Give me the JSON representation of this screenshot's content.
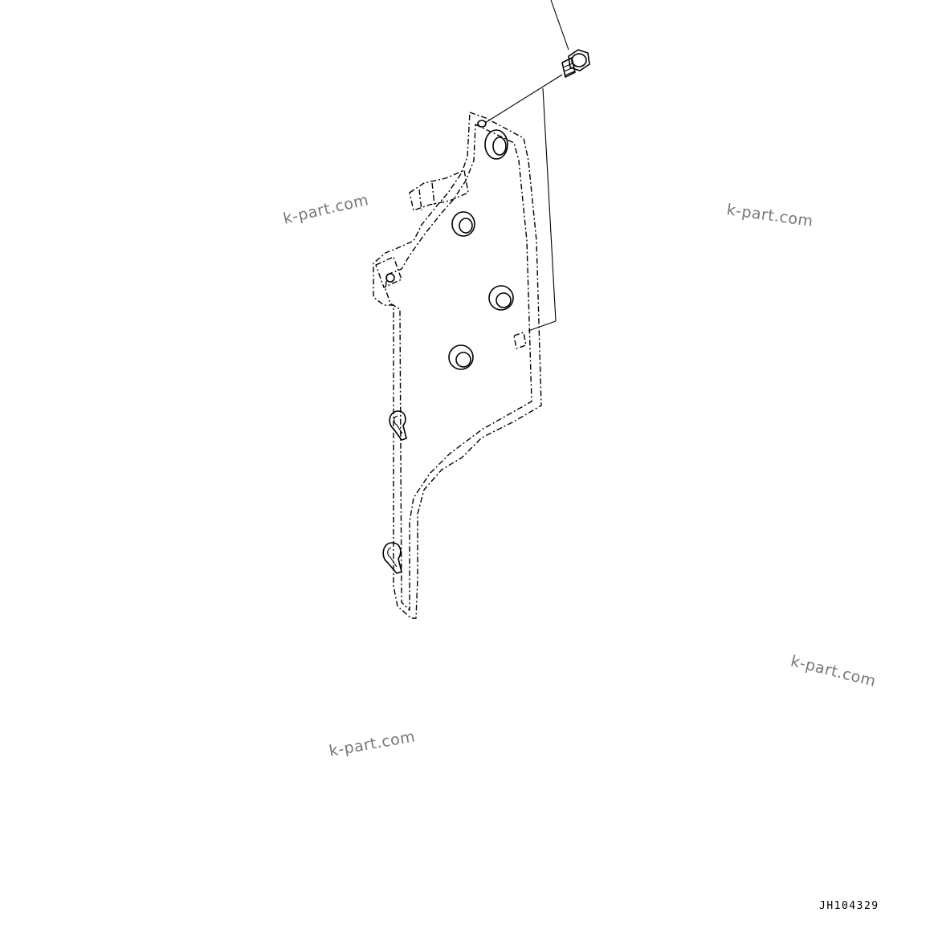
{
  "watermarks": [
    {
      "text": "k-part.com"
    },
    {
      "text": "k-part.com"
    },
    {
      "text": "k-part.com"
    },
    {
      "text": "k-part.com"
    }
  ],
  "drawing_code": "JH104329",
  "parts": {
    "bolt": "flange-bolt",
    "panel": "cover-plate"
  }
}
